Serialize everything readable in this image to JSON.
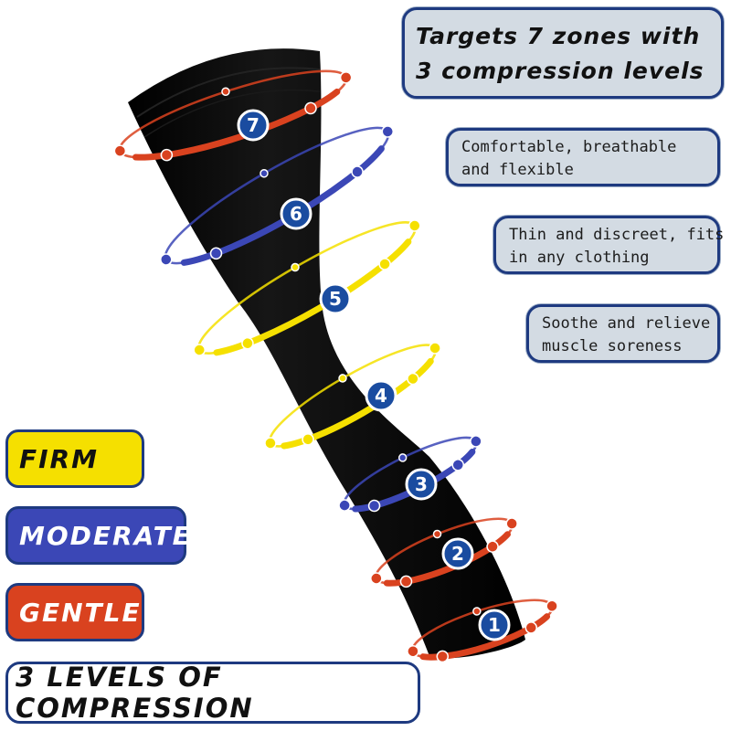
{
  "headline": {
    "line1": "Targets 7 zones with",
    "line2": "3 compression levels"
  },
  "features": [
    {
      "line1": "Comfortable, breathable",
      "line2": "and flexible"
    },
    {
      "line1": "Thin and discreet, fits",
      "line2": "in any clothing"
    },
    {
      "line1": "Soothe and relieve",
      "line2": "muscle soreness"
    }
  ],
  "levels": {
    "firm": "FIRM",
    "moderate": "MODERATE",
    "gentle": "GENTLE"
  },
  "footer": "3 LEVELS OF COMPRESSION",
  "zones": [
    {
      "number": "1",
      "color": "#d9421f"
    },
    {
      "number": "2",
      "color": "#d9421f"
    },
    {
      "number": "3",
      "color": "#3b47b6"
    },
    {
      "number": "4",
      "color": "#f5e000"
    },
    {
      "number": "5",
      "color": "#f5e000"
    },
    {
      "number": "6",
      "color": "#3b47b6"
    },
    {
      "number": "7",
      "color": "#d9421f"
    }
  ],
  "colors": {
    "firm": "#f5e000",
    "moderate": "#3b47b6",
    "gentle": "#d9421f",
    "sleeve": "#0a0a0a",
    "badge": "#1a4ca0",
    "border": "#1e3a80",
    "callout_bg": "#d3dbe3"
  }
}
